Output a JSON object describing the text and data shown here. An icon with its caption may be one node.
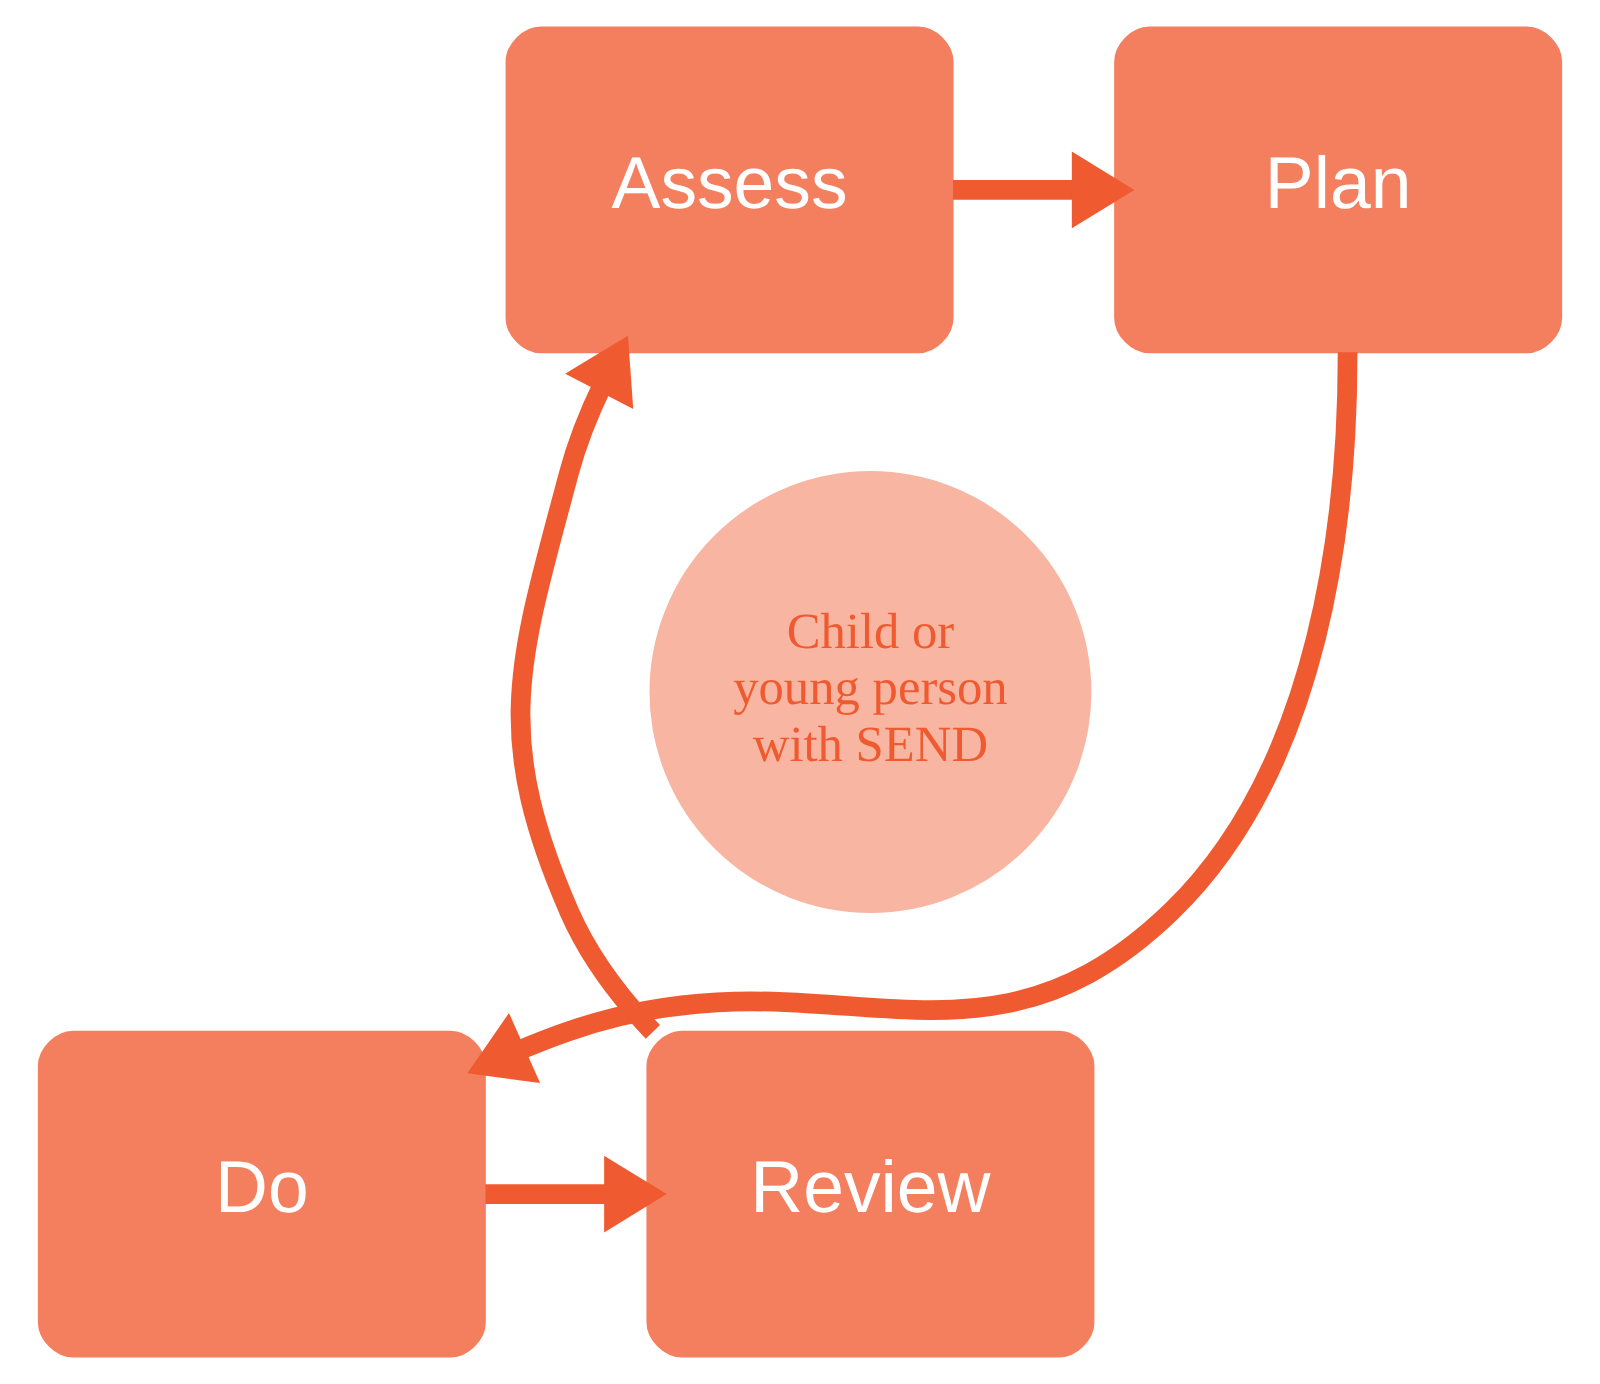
{
  "diagram": {
    "nodes": [
      {
        "text": [
          "Assess"
        ]
      },
      {
        "text": [
          "Plan"
        ]
      },
      {
        "text": [
          "Do"
        ]
      },
      {
        "text": [
          "Review"
        ]
      },
      {
        "text": [
          "Child or young person with SEND"
        ]
      }
    ],
    "edges": [
      {
        "from": 0,
        "to": 1,
        "arrow": "to"
      },
      {
        "from": 1,
        "to": 2,
        "arrow": "to"
      },
      {
        "from": 2,
        "to": 3,
        "arrow": "to"
      },
      {
        "from": 3,
        "to": 0,
        "arrow": "to"
      }
    ]
  }
}
